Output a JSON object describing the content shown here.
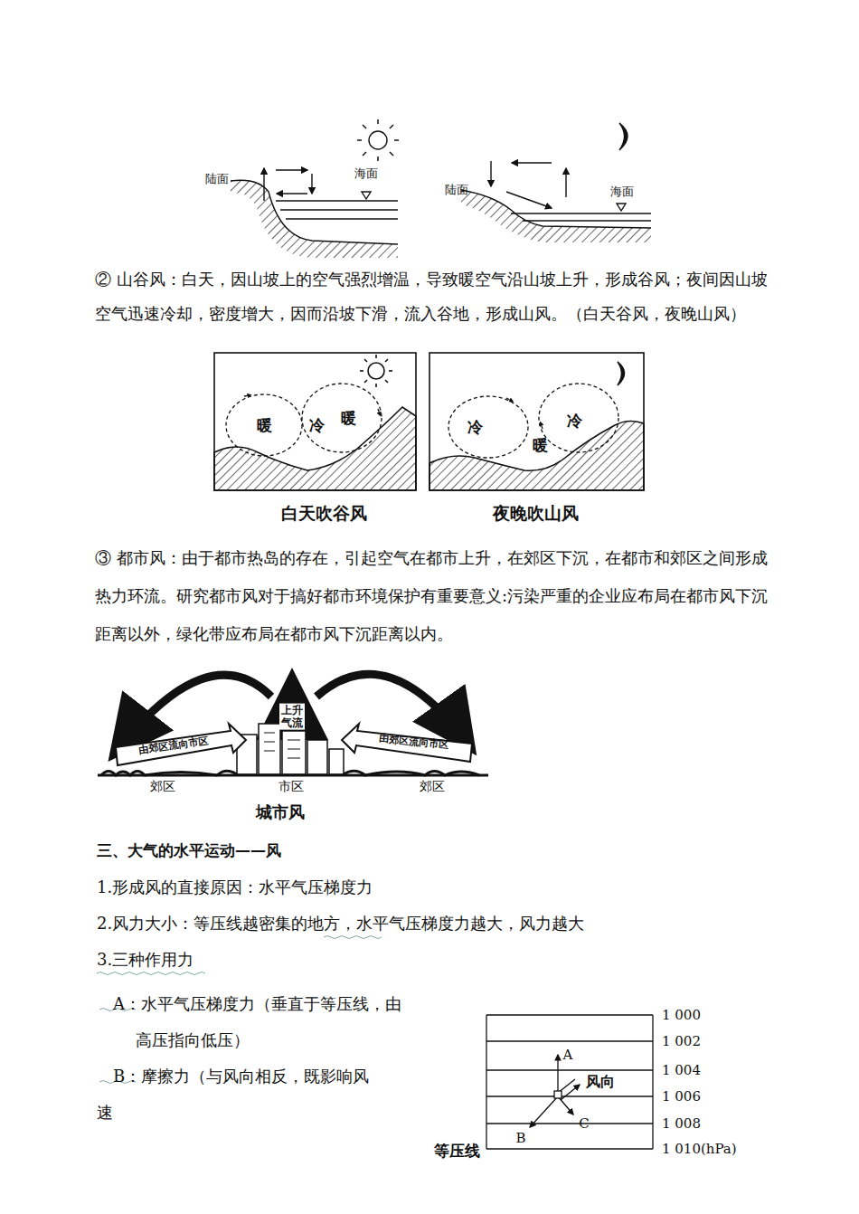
{
  "diagram": {
    "labels": [
      "陆面",
      "海面",
      "陆面",
      "海面",
      "② 山谷风：白天，因山坡上的空气强烈增温，导致暖空气沿山坡上升，形成谷风；夜间因山坡空气迅速冷却，密度增大，因而沿坡下滑，流入谷地，形成山风。（白天谷风，夜晚山风）",
      "暖",
      "冷",
      "暖",
      "冷",
      "暖",
      "冷",
      "白天吹谷风",
      "夜晚吹山风",
      "③ 都市风：由于都市热岛的存在，引起空气在都市上升，在郊区下沉，在都市和郊区之间形成热力环流。研究都市风对于搞好都市环境保护有重要意义:污染严重的企业应布局在都市风下沉距离以外，绿化带应布局在都市风下沉距离以内。",
      "上升气流",
      "由郊区流向市区",
      "由郊区流向市区",
      "郊区",
      "市区",
      "郊区",
      "城市风",
      "三、大气的水平运动——风",
      "1.形成风的直接原因：水平气压梯度力",
      "2.风力大小：等压线越密集的地方，水平气压梯度力越大，风力越大",
      "3.三种作用力",
      "A：水平气压梯度力（垂直于等压线，由高压指向低压）",
      "B：摩擦力（与风向相反，既影响风速",
      "1 000",
      "1 002",
      "1 004",
      "1 006",
      "1 008",
      "1 010(hPa)",
      "A",
      "风向",
      "C",
      "B",
      "等压线"
    ]
  }
}
